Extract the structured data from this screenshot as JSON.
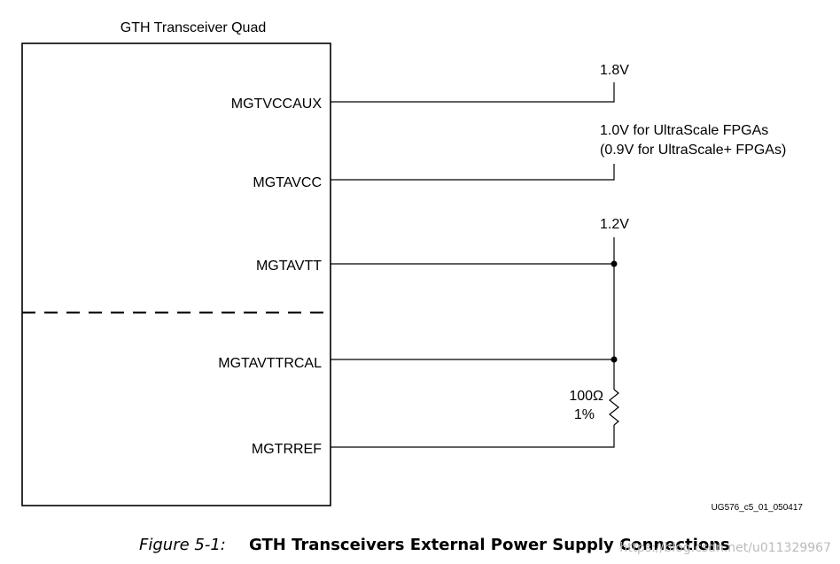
{
  "quad_title": "GTH Transceiver Quad",
  "pins": [
    {
      "name": "MGTVCCAUX"
    },
    {
      "name": "MGTAVCC"
    },
    {
      "name": "MGTAVTT"
    },
    {
      "name": "MGTAVTTRCAL"
    },
    {
      "name": "MGTRREF"
    }
  ],
  "supplies": {
    "mgtvccaux": "1.8V",
    "mgtavcc_line1": "1.0V for UltraScale FPGAs",
    "mgtavcc_line2": "(0.9V for UltraScale+ FPGAs)",
    "mgtavtt": "1.2V"
  },
  "resistor": {
    "value": "100Ω",
    "tolerance": "1%"
  },
  "figure_id": "UG576_c5_01_050417",
  "caption": {
    "prefix": "Figure 5-1:",
    "title": "GTH Transceivers External Power Supply Connections"
  },
  "watermark": "https://blog.csdn.net/u011329967"
}
